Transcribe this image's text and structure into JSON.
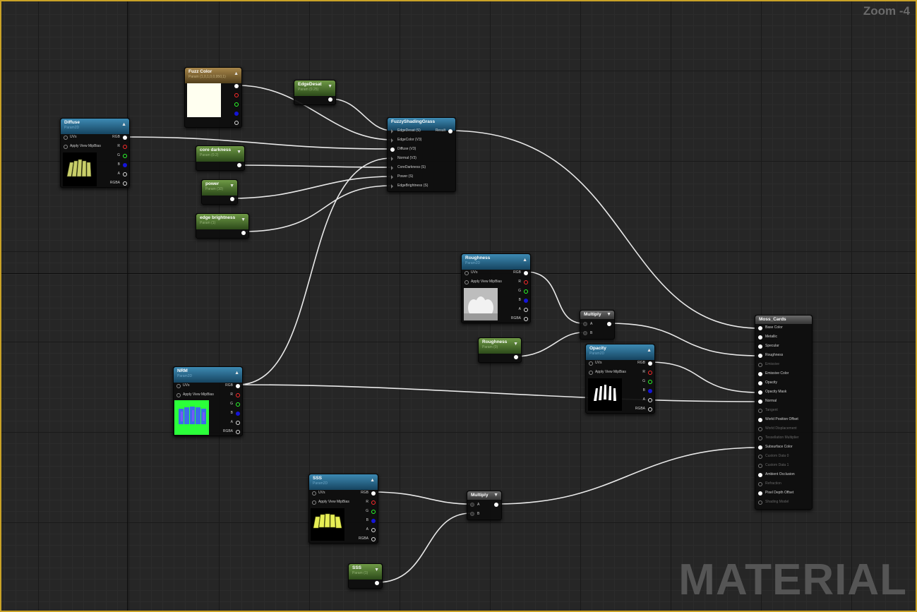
{
  "editor": {
    "zoom": "Zoom -4",
    "watermark": "MATERIAL"
  },
  "pin_colors": {
    "wire": "#e8e8e8",
    "r": "#ff2b2b",
    "g": "#2bff2b",
    "b": "#1515d8"
  },
  "nodes": {
    "fuzz_color": {
      "title": "Fuzz Color",
      "subtitle": "Param (1,0,1,0,0,950,1)",
      "swatch": "#fffff0"
    },
    "edge_desat": {
      "title": "EdgeDesat",
      "subtitle": "Param (0.25)"
    },
    "diffuse": {
      "title": "Diffuse",
      "subtitle": "Param2D",
      "uvs": "UVs",
      "mipbias": "Apply View MipBias",
      "rgb": "RGB",
      "r": "R",
      "g": "G",
      "b": "B",
      "a": "A",
      "rgba": "RGBA"
    },
    "core_darkness": {
      "title": "core darkness",
      "subtitle": "Param (0.2)"
    },
    "power": {
      "title": "power",
      "subtitle": "Param (10)"
    },
    "edge_brightness": {
      "title": "edge brightness",
      "subtitle": "Param (1)"
    },
    "fuzzy_shading": {
      "title": "FuzzyShadingGrass",
      "inputs": [
        "EdgeDesat (S)",
        "EdgeColor (V3)",
        "Diffuse (V3)",
        "Normal (V3)",
        "CoreDarkness (S)",
        "Power (S)",
        "EdgeBrightness (S)"
      ],
      "output": "Result"
    },
    "roughness_tex": {
      "title": "Roughness",
      "subtitle": "Param2D",
      "uvs": "UVs",
      "mipbias": "Apply View MipBias",
      "rgb": "RGB",
      "r": "R",
      "g": "G",
      "b": "B",
      "a": "A",
      "rgba": "RGBA"
    },
    "multiply_1": {
      "title": "Multiply",
      "a": "A",
      "b": "B"
    },
    "roughness_param": {
      "title": "Roughness",
      "subtitle": "Param (0)"
    },
    "opacity": {
      "title": "Opacity",
      "subtitle": "Param2D",
      "uvs": "UVs",
      "mipbias": "Apply View MipBias",
      "rgb": "RGB",
      "r": "R",
      "g": "G",
      "b": "B",
      "a": "A",
      "rgba": "RGBA"
    },
    "nrm": {
      "title": "NRM",
      "subtitle": "Param2D",
      "uvs": "UVs",
      "mipbias": "Apply View MipBias",
      "rgb": "RGB",
      "r": "R",
      "g": "G",
      "b": "B",
      "a": "A",
      "rgba": "RGBA"
    },
    "sss_tex": {
      "title": "SSS",
      "subtitle": "Param2D",
      "uvs": "UVs",
      "mipbias": "Apply View MipBias",
      "rgb": "RGB",
      "r": "R",
      "g": "G",
      "b": "B",
      "a": "A",
      "rgba": "RGBA"
    },
    "multiply_2": {
      "title": "Multiply",
      "a": "A",
      "b": "B"
    },
    "sss_param": {
      "title": "SSS",
      "subtitle": "Param (1)"
    },
    "moss_cards": {
      "title": "Moss_Cards",
      "inputs": [
        {
          "label": "Base Color",
          "active": true
        },
        {
          "label": "Metallic",
          "active": true
        },
        {
          "label": "Specular",
          "active": true
        },
        {
          "label": "Roughness",
          "active": true
        },
        {
          "label": "Emissive",
          "active": false
        },
        {
          "label": "Emissive Color",
          "active": true
        },
        {
          "label": "Opacity",
          "active": true
        },
        {
          "label": "Opacity Mask",
          "active": true
        },
        {
          "label": "Normal",
          "active": true
        },
        {
          "label": "Tangent",
          "active": false
        },
        {
          "label": "World Position Offset",
          "active": true
        },
        {
          "label": "World Displacement",
          "active": false
        },
        {
          "label": "Tessellation Multiplier",
          "active": false
        },
        {
          "label": "Subsurface Color",
          "active": true
        },
        {
          "label": "Custom Data 0",
          "active": false
        },
        {
          "label": "Custom Data 1",
          "active": false
        },
        {
          "label": "Ambient Occlusion",
          "active": true
        },
        {
          "label": "Refraction",
          "active": false
        },
        {
          "label": "Pixel Depth Offset",
          "active": true
        },
        {
          "label": "Shading Model",
          "active": false
        }
      ]
    }
  }
}
